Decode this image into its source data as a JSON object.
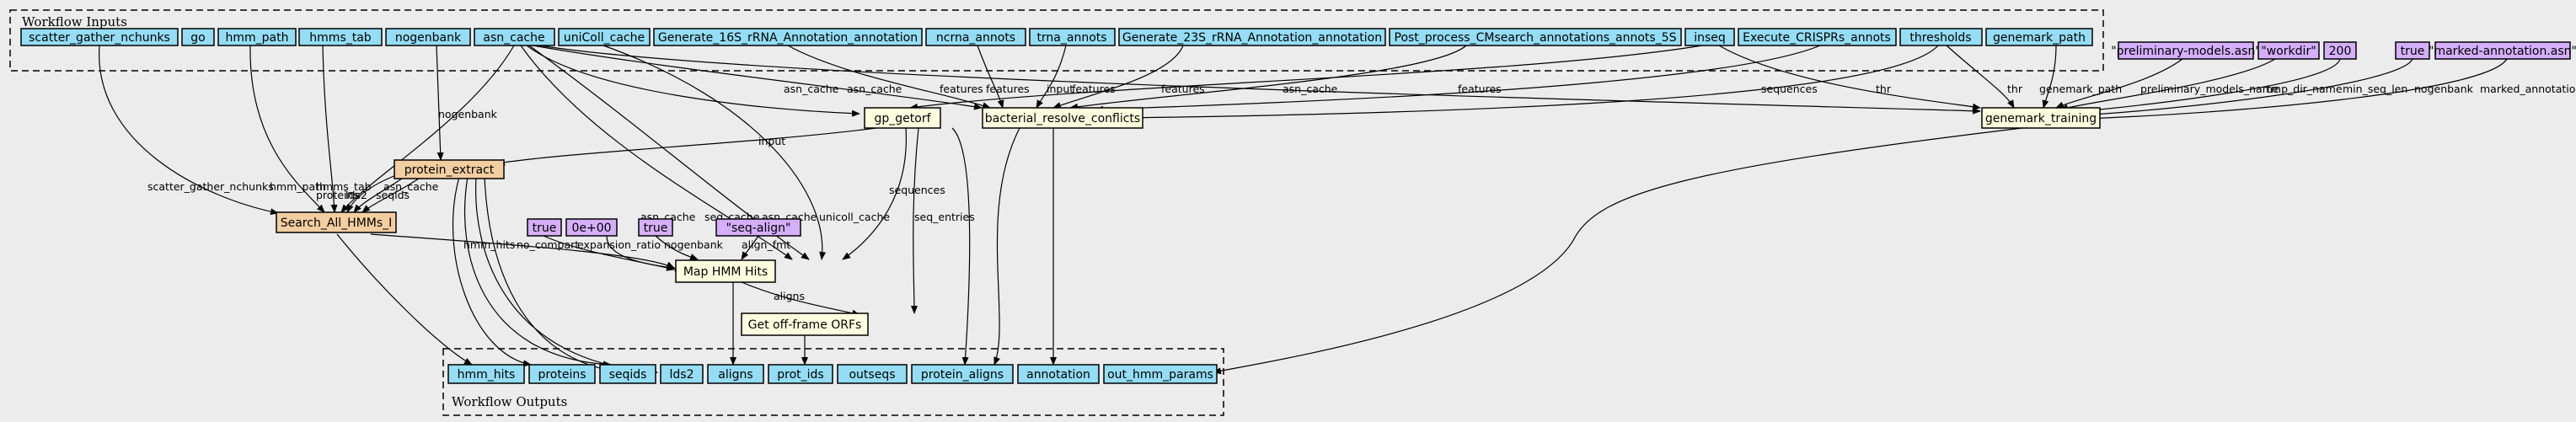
{
  "colors": {
    "background": "#ececec",
    "io": "#94ddf4",
    "step": "#ffffe0",
    "subworkflow": "#f3cea1",
    "default_value": "#d5aefc",
    "edge": "#000000"
  },
  "clusters": {
    "inputs": "Workflow Inputs",
    "outputs": "Workflow Outputs"
  },
  "inputs": [
    "scatter_gather_nchunks",
    "go",
    "hmm_path",
    "hmms_tab",
    "nogenbank",
    "asn_cache",
    "uniColl_cache",
    "Generate_16S_rRNA_Annotation_annotation",
    "ncrna_annots",
    "trna_annots",
    "Generate_23S_rRNA_Annotation_annotation",
    "Post_process_CMsearch_annotations_annots_5S",
    "inseq",
    "Execute_CRISPRs_annots",
    "thresholds",
    "genemark_path"
  ],
  "defaults": [
    "\"preliminary-models.asn\"",
    "\"workdir\"",
    "200",
    "true",
    "\"marked-annotation.asn\"",
    "true",
    "0e+00",
    "true",
    "\"seq-align\""
  ],
  "steps": [
    "gp_getorf",
    "bacterial_resolve_conflicts",
    "genemark_training",
    "Map HMM Hits",
    "Get off-frame ORFs"
  ],
  "subworkflows": [
    "protein_extract",
    "Search_All_HMMs_I"
  ],
  "outputs": [
    "hmm_hits",
    "proteins",
    "seqids",
    "lds2",
    "aligns",
    "prot_ids",
    "outseqs",
    "protein_aligns",
    "annotation",
    "out_hmm_params"
  ],
  "edge_labels": [
    "scatter_gather_nchunks",
    "hmm_path",
    "hmms_tab",
    "nogenbank",
    "asn_cache",
    "asn_cache",
    "features",
    "features",
    "input",
    "features",
    "features",
    "features",
    "asn_cache",
    "asn_cache",
    "sequences",
    "thr",
    "thr",
    "genemark_path",
    "preliminary_models_name",
    "tmp_dir_name",
    "min_seq_len",
    "nogenbank",
    "marked_annotation_name",
    "input",
    "proteins",
    "lds2",
    "seqids",
    "asn_cache",
    "seq_cache",
    "asn_cache",
    "unicoll_cache",
    "sequences",
    "seq_entries",
    "no_compart",
    "expansion_ratio",
    "nogenbank",
    "align_fmt",
    "hmm_hits",
    "aligns"
  ]
}
